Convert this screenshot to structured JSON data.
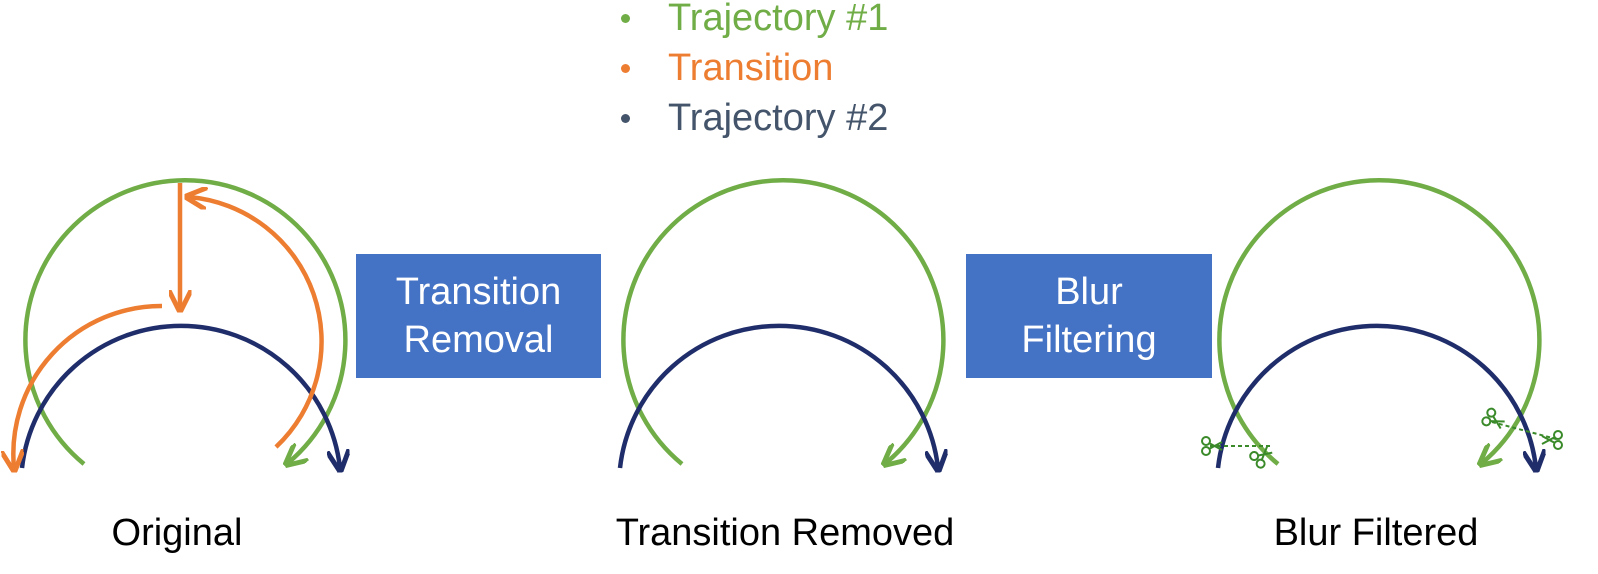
{
  "colors": {
    "trajectory1": "#70ad47",
    "transition": "#ed7d31",
    "trajectory2": "#1f2d6b",
    "legend_text_trajectory2": "#44546a",
    "step_box": "#4472c4",
    "cut_marks": "#3a8a2a"
  },
  "legend": [
    {
      "label": "Trajectory #1",
      "series": "trajectory1"
    },
    {
      "label": "Transition",
      "series": "transition"
    },
    {
      "label": "Trajectory #2",
      "series": "trajectory2"
    }
  ],
  "steps": [
    {
      "line1": "Transition",
      "line2": "Removal"
    },
    {
      "line1": "Blur",
      "line2": "Filtering"
    }
  ],
  "panels": [
    {
      "caption": "Original"
    },
    {
      "caption": "Transition Removed"
    },
    {
      "caption": "Blur Filtered"
    }
  ],
  "icons": [
    "scissors-icon",
    "arrowhead-icon"
  ]
}
